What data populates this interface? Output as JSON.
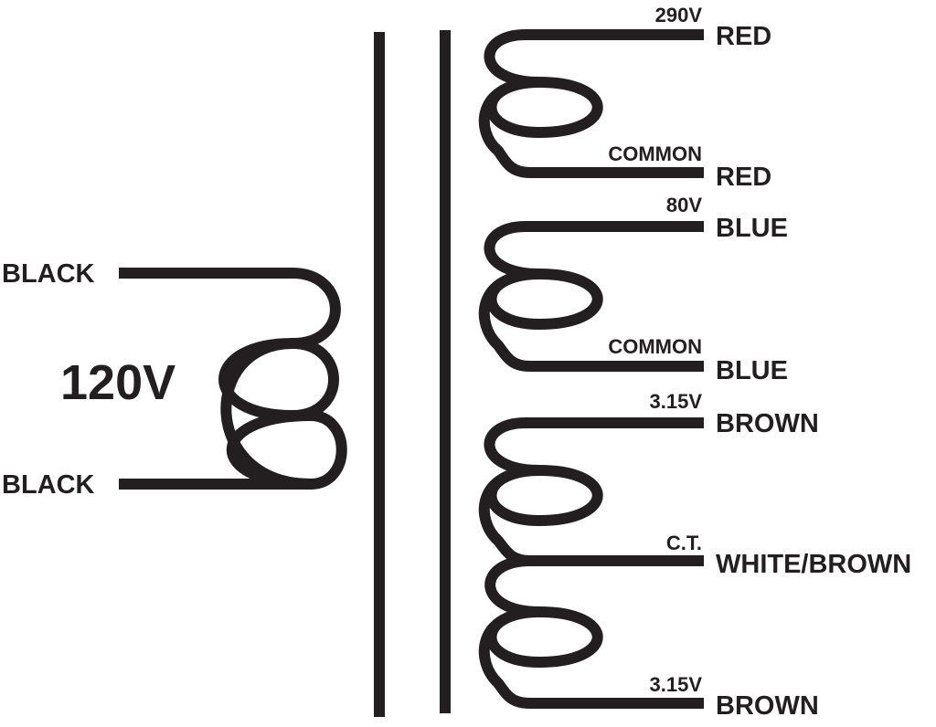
{
  "primary": {
    "voltage": "120V",
    "top_lead": "BLACK",
    "bottom_lead": "BLACK"
  },
  "secondaries": [
    {
      "top_tap": "290V",
      "top_lead": "RED",
      "bottom_tap": "COMMON",
      "bottom_lead": "RED"
    },
    {
      "top_tap": "80V",
      "top_lead": "BLUE",
      "bottom_tap": "COMMON",
      "bottom_lead": "BLUE"
    }
  ],
  "filament": {
    "top_tap": "3.15V",
    "top_lead": "BROWN",
    "center_tap": "C.T.",
    "center_lead": "WHITE/BROWN",
    "bottom_tap": "3.15V",
    "bottom_lead": "BROWN"
  },
  "colors": {
    "ink": "#231f20",
    "background": "#ffffff"
  }
}
